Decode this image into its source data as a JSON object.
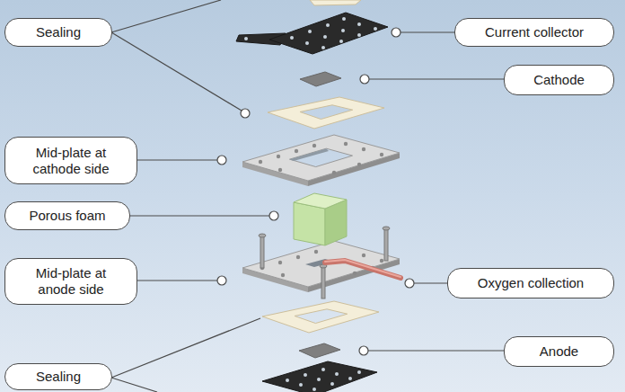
{
  "diagram": {
    "nodes": [
      {
        "text": [
          "Sealing"
        ]
      },
      {
        "text": [
          "Current collector"
        ]
      },
      {
        "text": [
          "Cathode"
        ]
      },
      {
        "text": [
          "Mid-plate at cathode side"
        ]
      },
      {
        "text": [
          "Porous foam"
        ]
      },
      {
        "text": [
          "Mid-plate at anode side"
        ]
      },
      {
        "text": [
          "Oxygen collection"
        ]
      },
      {
        "text": [
          "Anode"
        ]
      },
      {
        "text": [
          "Sealing"
        ]
      }
    ]
  }
}
